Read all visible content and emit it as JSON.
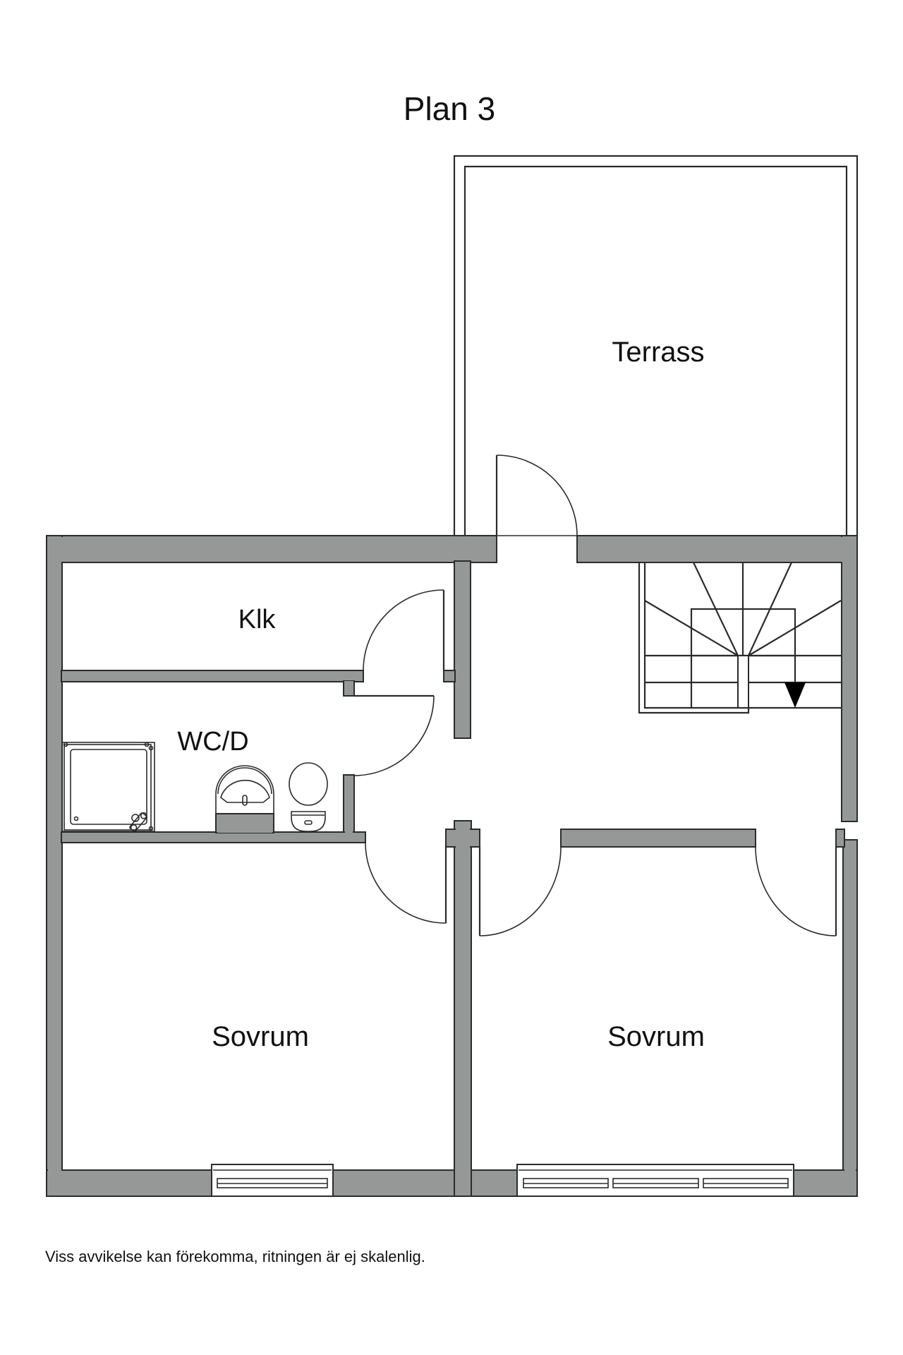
{
  "title": "Plan 3",
  "rooms": {
    "terrace": "Terrass",
    "closet": "Klk",
    "bathroom": "WC/D",
    "bedroom_left": "Sovrum",
    "bedroom_right": "Sovrum"
  },
  "footnote": "Viss avvikelse kan förekomma, ritningen är ej skalenlig.",
  "colors": {
    "wall": "#959897",
    "line": "#2b2b2b",
    "background": "#ffffff"
  },
  "icons": {
    "stair_arrow": "triangle-down",
    "shower": "shower-tray",
    "sink": "washbasin",
    "toilet": "toilet"
  }
}
